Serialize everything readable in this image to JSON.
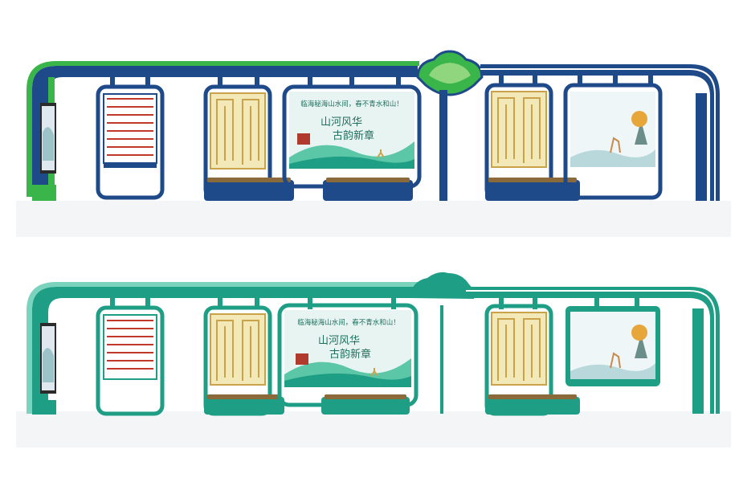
{
  "colors": {
    "navy": "#1f4a8a",
    "green_lime": "#39b54a",
    "teal": "#1f9e86",
    "teal_light": "#7ad3bd",
    "gold": "#c9a24a",
    "panel_cream": "#f3e8b8",
    "bench_brown": "#8a6a3a",
    "ad_sky": "#e8f4f1",
    "ad_hill": "#5cc7a6"
  },
  "ad": {
    "slogan": "临海秘海山水间，春不青水和山！",
    "title_line1": "山河风华",
    "title_line2": "古韵新章"
  },
  "icons": [
    "mountain-landscape-icon",
    "deer-icon",
    "pavilion-icon",
    "cloud-crest-icon"
  ]
}
